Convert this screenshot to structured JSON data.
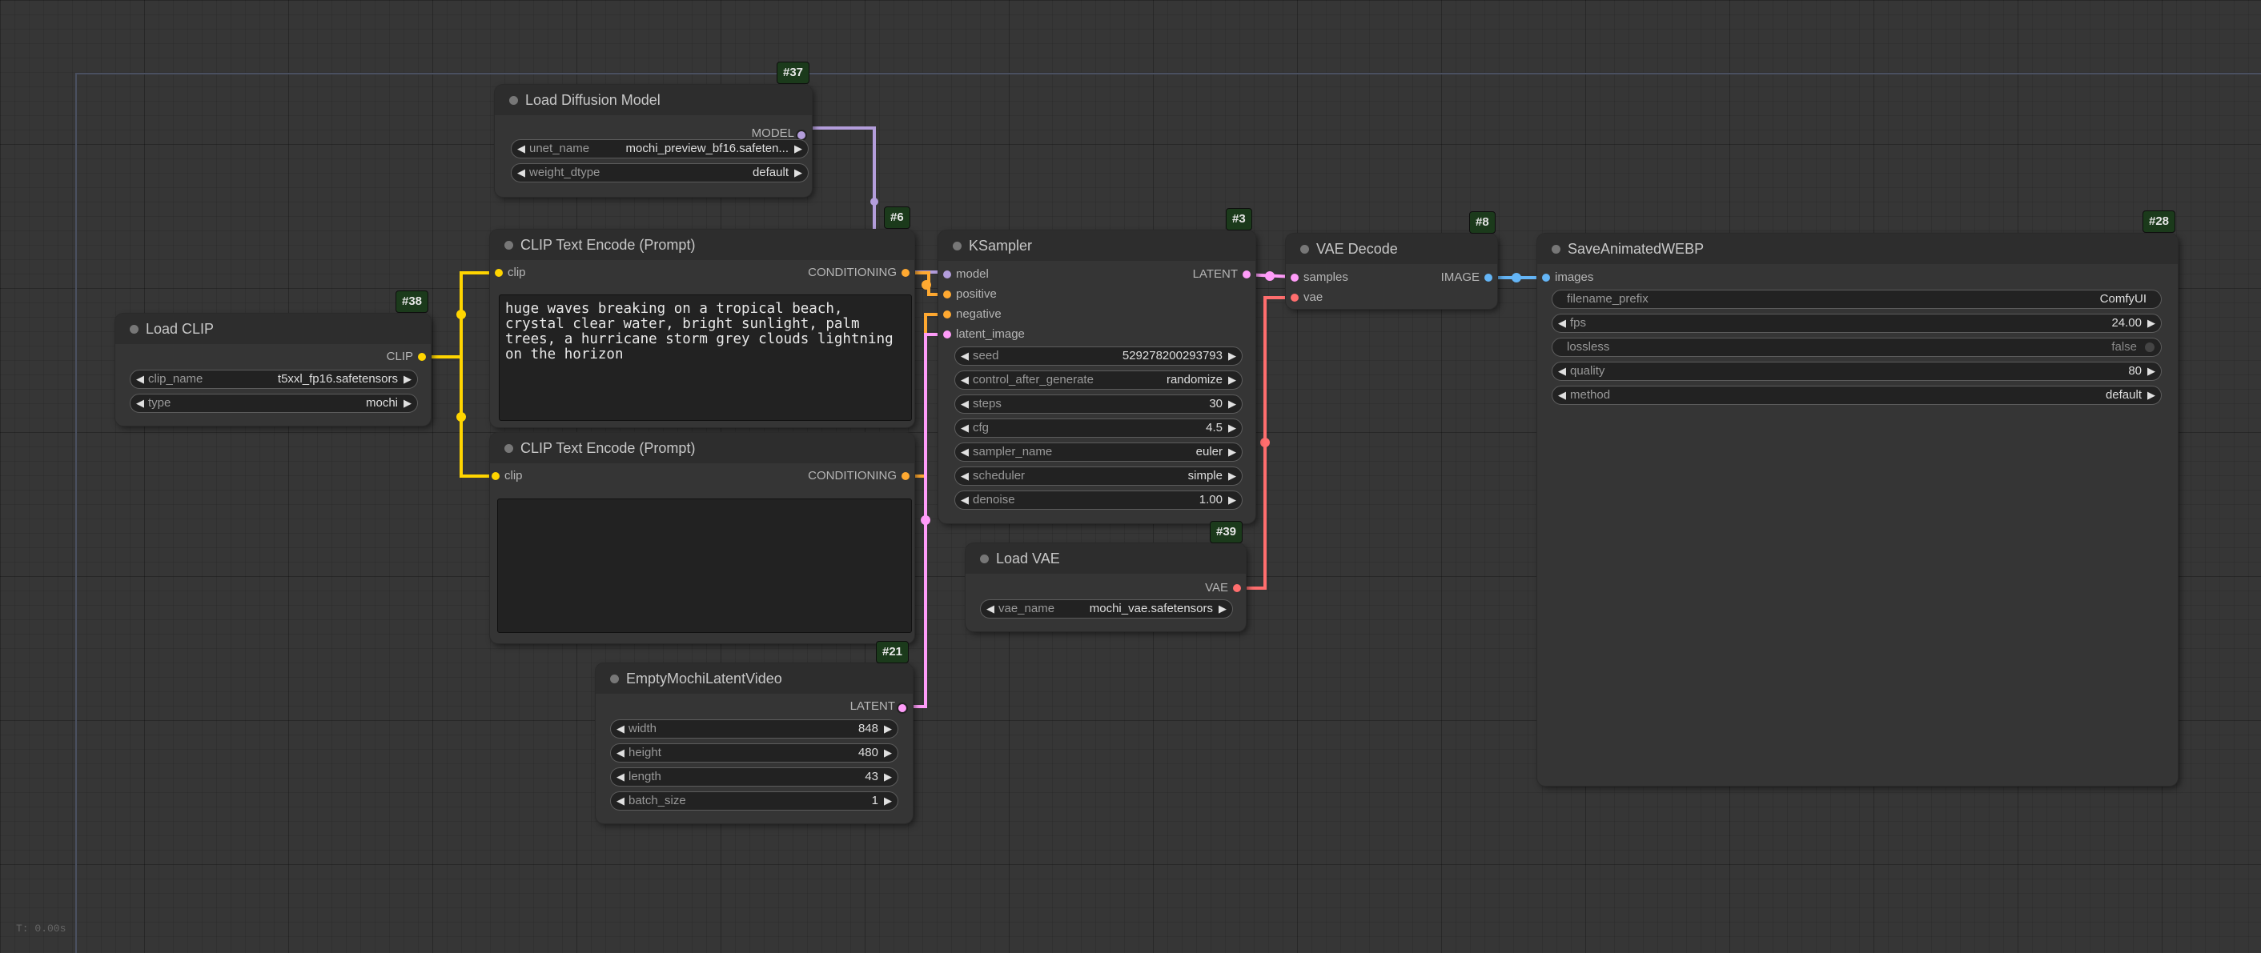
{
  "status_text": "T: 0.00s",
  "colors": {
    "clip": "#ffd500",
    "model": "#b39ddb",
    "latent": "#ff9cf9",
    "vae": "#ff6e6e",
    "image": "#64b5f6",
    "conditioning": "#ffa931",
    "badge_bg": "#1b3a1b"
  },
  "nodes": {
    "load_diffusion_model": {
      "id": "#37",
      "title": "Load Diffusion Model",
      "outputs": [
        "MODEL"
      ],
      "widgets": [
        {
          "label": "unet_name",
          "value": "mochi_preview_bf16.safeten..."
        },
        {
          "label": "weight_dtype",
          "value": "default"
        }
      ]
    },
    "clip_text_encode_pos": {
      "id": "#6",
      "title": "CLIP Text Encode (Prompt)",
      "inputs": [
        "clip"
      ],
      "outputs": [
        "CONDITIONING"
      ],
      "text": "huge waves breaking on a tropical beach,\ncrystal clear water, bright sunlight, palm\ntrees, a hurricane storm grey clouds lightning\non the horizon"
    },
    "clip_text_encode_neg": {
      "id": "",
      "title": "CLIP Text Encode (Prompt)",
      "inputs": [
        "clip"
      ],
      "outputs": [
        "CONDITIONING"
      ],
      "text": ""
    },
    "load_clip": {
      "id": "#38",
      "title": "Load CLIP",
      "outputs": [
        "CLIP"
      ],
      "widgets": [
        {
          "label": "clip_name",
          "value": "t5xxl_fp16.safetensors"
        },
        {
          "label": "type",
          "value": "mochi"
        }
      ]
    },
    "ksampler": {
      "id": "#3",
      "title": "KSampler",
      "inputs": [
        "model",
        "positive",
        "negative",
        "latent_image"
      ],
      "outputs": [
        "LATENT"
      ],
      "widgets": [
        {
          "label": "seed",
          "value": "529278200293793"
        },
        {
          "label": "control_after_generate",
          "value": "randomize"
        },
        {
          "label": "steps",
          "value": "30"
        },
        {
          "label": "cfg",
          "value": "4.5"
        },
        {
          "label": "sampler_name",
          "value": "euler"
        },
        {
          "label": "scheduler",
          "value": "simple"
        },
        {
          "label": "denoise",
          "value": "1.00"
        }
      ]
    },
    "vae_decode": {
      "id": "#8",
      "title": "VAE Decode",
      "inputs": [
        "samples",
        "vae"
      ],
      "outputs": [
        "IMAGE"
      ]
    },
    "load_vae": {
      "id": "#39",
      "title": "Load VAE",
      "outputs": [
        "VAE"
      ],
      "widgets": [
        {
          "label": "vae_name",
          "value": "mochi_vae.safetensors"
        }
      ]
    },
    "empty_latent": {
      "id": "#21",
      "title": "EmptyMochiLatentVideo",
      "outputs": [
        "LATENT"
      ],
      "widgets": [
        {
          "label": "width",
          "value": "848"
        },
        {
          "label": "height",
          "value": "480"
        },
        {
          "label": "length",
          "value": "43"
        },
        {
          "label": "batch_size",
          "value": "1"
        }
      ]
    },
    "save_webp": {
      "id": "#28",
      "title": "SaveAnimatedWEBP",
      "inputs": [
        "images"
      ],
      "widgets": [
        {
          "label": "filename_prefix",
          "value": "ComfyUI"
        },
        {
          "label": "fps",
          "value": "24.00"
        },
        {
          "label": "lossless",
          "value": "false"
        },
        {
          "label": "quality",
          "value": "80"
        },
        {
          "label": "method",
          "value": "default"
        }
      ]
    }
  }
}
